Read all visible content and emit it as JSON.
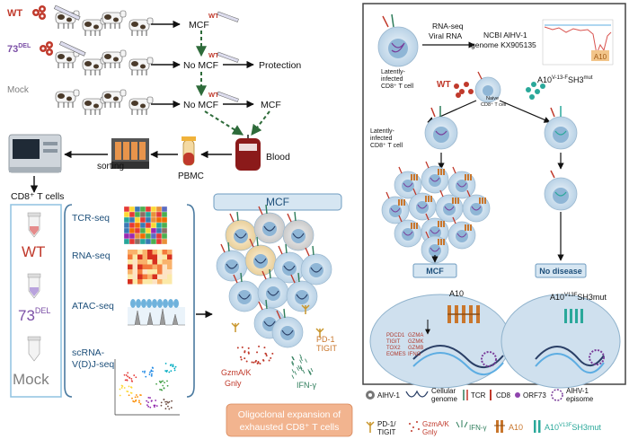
{
  "left": {
    "groups": [
      {
        "label": "WT",
        "label_color": "#c0392b"
      },
      {
        "label": "73",
        "sup": "DEL",
        "label_color": "#7b4fa6"
      },
      {
        "label": "Mock",
        "label_color": "#7f7f7f"
      }
    ],
    "outcomes": {
      "row1": "MCF",
      "row2_a": "No MCF",
      "row2_b": "Protection",
      "row3_a": "No MCF",
      "row3_b": "MCF",
      "challenge_label": "WT"
    },
    "blood_label": "Blood",
    "pbmc_label": "PBMC",
    "sorting_label": "sorting",
    "cd8_title": "CD8⁺ T cells",
    "tube_labels": {
      "wt": "WT",
      "del": "73",
      "del_sup": "DEL",
      "mock": "Mock"
    },
    "assays": [
      "TCR-seq",
      "RNA-seq",
      "ATAC-seq",
      "scRNA-",
      "V(D)J-seq"
    ],
    "mcf_box": "MCF",
    "markers": {
      "pd1": "PD-1",
      "tigit": "TIGIT",
      "gzm": "GzmA/K",
      "gnly": "Gnly",
      "ifn": "IFN-γ"
    },
    "oligo_line1": "Oligoclonal expansion of",
    "oligo_line2": "exhausted CD8⁺ T cells"
  },
  "right": {
    "rnaseq_line1": "RNA-seq",
    "rnaseq_line2": "Viral RNA",
    "ncbi_line1": "NCBI AlHV-1",
    "ncbi_line2": "genome KX905135",
    "a10_tag": "A10",
    "latently_label": [
      "Latently-",
      "infected",
      "CD8⁺ T cell"
    ],
    "wt_label": "WT",
    "naive_label": [
      "Naive",
      "CD8⁺ T cell"
    ],
    "a10_mut_label": {
      "base": "A10",
      "sup1": "V-13-F",
      "mid": "SH3",
      "sup2": "mut"
    },
    "mcf_box": "MCF",
    "no_disease_box": "No disease",
    "a10_nuc_label": "A10",
    "gene_list": [
      "PDCD1",
      "GZMA",
      "TIGIT",
      "GZMK",
      "TOX2",
      "GZMB",
      "EOMES",
      "IFNG"
    ],
    "a10_mut_nuc_label": {
      "base": "A10",
      "sup": "V13F",
      "tail": "SH3mut"
    }
  },
  "legend": {
    "alhv1": "AlHV-1",
    "cellular_genome": [
      "Cellular",
      "genome"
    ],
    "tcr": "TCR",
    "cd8": "CD8",
    "orf73": "ORF73",
    "alhv1_episome": [
      "AlHV-1",
      "episome"
    ],
    "pd1_tigit": [
      "PD-1/",
      "TIGIT"
    ],
    "gzm_gnly": [
      "GzmA/K",
      "Gnly"
    ],
    "ifn": "IFN-γ",
    "a10": "A10",
    "a10_mut": {
      "base": "A10",
      "sup": "V13F",
      "tail": "SH3mut"
    }
  },
  "colors": {
    "wt_red": "#c0392b",
    "del_purple": "#7b4fa6",
    "dashed_green": "#2e6b3a",
    "panel_border": "#444444",
    "cell_blue": "#cfe0ee",
    "nucleus_blue": "#8fb6d6",
    "mcf_box_fill": "#d6e6f2",
    "oligo_fill": "#f2b48f",
    "a10_orange": "#c9762c",
    "mut_teal": "#2aa89a"
  }
}
